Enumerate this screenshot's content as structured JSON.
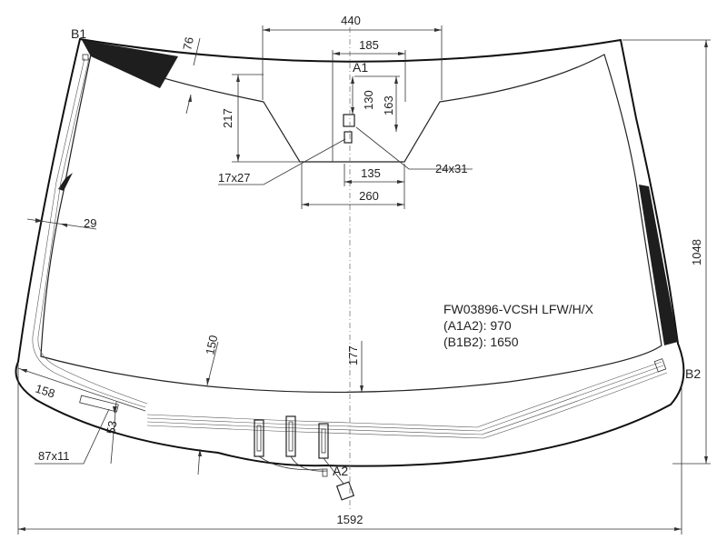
{
  "part": {
    "code": "FW03896-VCSH LFW/H/X",
    "a1a2": "(A1A2): 970",
    "b1b2": "(B1B2): 1650"
  },
  "points": {
    "a1": "A1",
    "a2": "A2",
    "b1": "B1",
    "b2": "B2"
  },
  "dimensions": {
    "top_width": "440",
    "bracket_width": "185",
    "top_band": "76",
    "bracket_height_1": "130",
    "bracket_height_2": "163",
    "bracket_depth": "217",
    "sensor_size_1": "17x27",
    "sensor_size_2": "24x31",
    "bracket_bottom_1": "135",
    "bracket_bottom_2": "260",
    "side_band": "29",
    "height": "1048",
    "bottom_band_left": "150",
    "bottom_band_center": "177",
    "left_edge": "158",
    "label_area": "87x11",
    "bottom_offset": "53",
    "width": "1592"
  }
}
